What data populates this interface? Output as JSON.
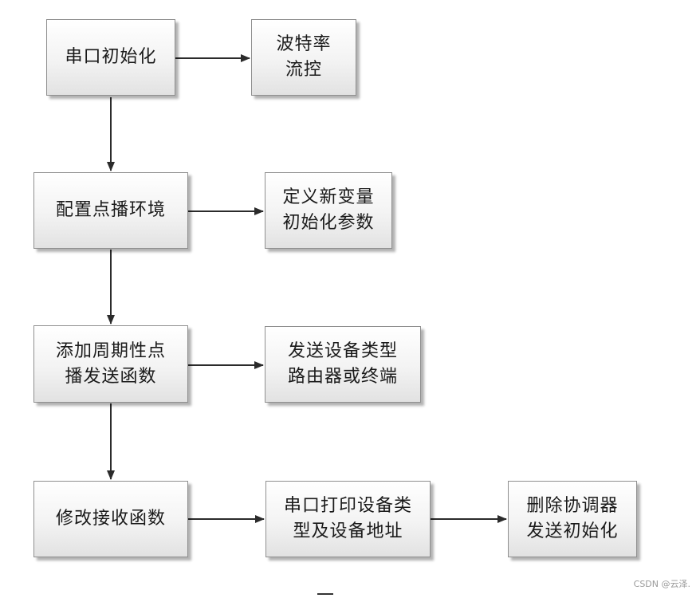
{
  "nodes": {
    "serial_init": {
      "lines": [
        "串口初始化"
      ]
    },
    "baud_flow": {
      "lines": [
        "波特率",
        "流控"
      ]
    },
    "config_env": {
      "lines": [
        "配置点播环境"
      ]
    },
    "define_vars": {
      "lines": [
        "定义新变量",
        "初始化参数"
      ]
    },
    "add_periodic": {
      "lines": [
        "添加周期性点",
        "播发送函数"
      ]
    },
    "send_type": {
      "lines": [
        "发送设备类型",
        "路由器或终端"
      ]
    },
    "modify_recv": {
      "lines": [
        "修改接收函数"
      ]
    },
    "print_type": {
      "lines": [
        "串口打印设备类",
        "型及设备地址"
      ]
    },
    "delete_coord": {
      "lines": [
        "删除协调器",
        "发送初始化"
      ]
    }
  },
  "watermark": "CSDN @云泽."
}
